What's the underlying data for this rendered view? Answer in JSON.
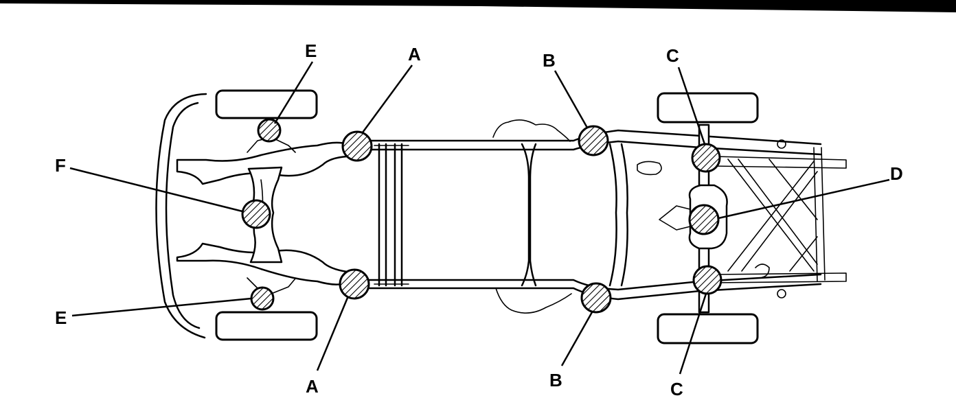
{
  "diagram": {
    "callouts": {
      "A": "A",
      "B": "B",
      "C": "C",
      "D": "D",
      "E": "E",
      "F": "F"
    }
  }
}
